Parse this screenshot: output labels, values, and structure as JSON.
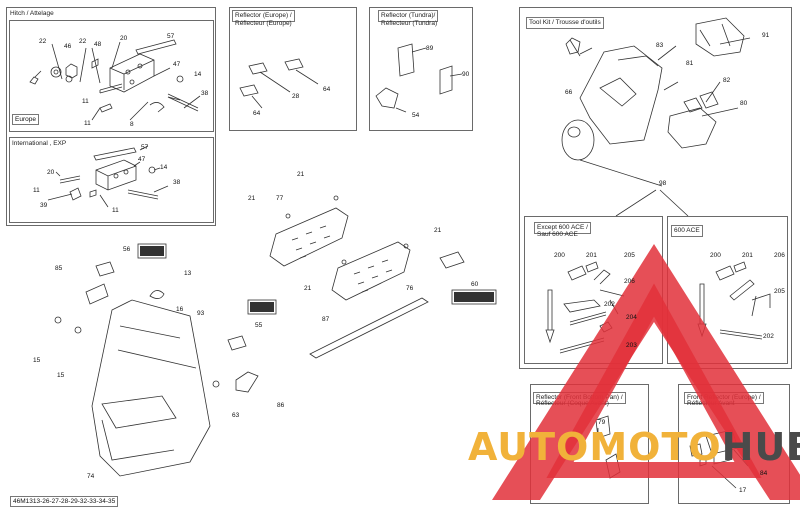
{
  "boxes": {
    "hitch": {
      "title": "Hitch / Attelage"
    },
    "europe": {
      "title": "Europe"
    },
    "international": {
      "title": "International , EXP"
    },
    "reflector_europe": {
      "title_line1": "Reflector (Europe) /",
      "title_line2": "Réflecteur (Europe)"
    },
    "reflector_tundra": {
      "title_line1": "Reflector (Tundra)/",
      "title_line2": "Réflecteur (Tundra)"
    },
    "tool_kit": {
      "title": "Tool Kit / Trousse d'outils"
    },
    "except_600": {
      "title_line1": "Except 600 ACE /",
      "title_line2": "Sauf 600 ACE"
    },
    "ace_600": {
      "title": "600 ACE"
    },
    "front_bottom": {
      "title_line1": "Reflector (Front Bottom Pan) /",
      "title_line2": "Réflecteur (Coque Avant)"
    },
    "front_europe": {
      "title_line1": "Front Reflector (Europe) /",
      "title_line2": "Réflecteur Avant"
    }
  },
  "part_numbers": {
    "p22a": "22",
    "p46": "46",
    "p22b": "22",
    "p48": "48",
    "p20a": "20",
    "p57a": "57",
    "p47a": "47",
    "p14a": "14",
    "p11a": "11",
    "p11b": "11",
    "p38a": "38",
    "p8": "8",
    "p57b": "57",
    "p47b": "47",
    "p14b": "14",
    "p20b": "20",
    "p11c": "11",
    "p38b": "38",
    "p39": "39",
    "p11d": "11",
    "p28": "28",
    "p64a": "64",
    "p64b": "64",
    "p89": "89",
    "p90": "90",
    "p54": "54",
    "p66": "66",
    "p83": "83",
    "p91": "91",
    "p81": "81",
    "p82": "82",
    "p80": "80",
    "p98": "98",
    "p200a": "200",
    "p201a": "201",
    "p205a": "205",
    "p206a": "206",
    "p202a": "202",
    "p204": "204",
    "p203": "203",
    "p200b": "200",
    "p201b": "201",
    "p206b": "206",
    "p205b": "205",
    "p202b": "202",
    "p21a": "21",
    "p21b": "21",
    "p77": "77",
    "p21c": "21",
    "p21d": "21",
    "p76": "76",
    "p60": "60",
    "p87": "87",
    "p56": "56",
    "p85": "85",
    "p13": "13",
    "p16": "16",
    "p93": "93",
    "p15a": "15",
    "p15b": "15",
    "p55": "55",
    "p63": "63",
    "p86": "86",
    "p74": "74",
    "p79": "79",
    "p84": "84",
    "p17": "17"
  },
  "drawing_code": "46M1313-26-27-28-29-32-33-34-35",
  "watermark": {
    "part1": "AUTO",
    "part2": "MOTO",
    "part3": "HUB",
    "color_accent": "#f1b23a",
    "color_dark": "#4a4a4a",
    "color_red": "#e2303a"
  }
}
